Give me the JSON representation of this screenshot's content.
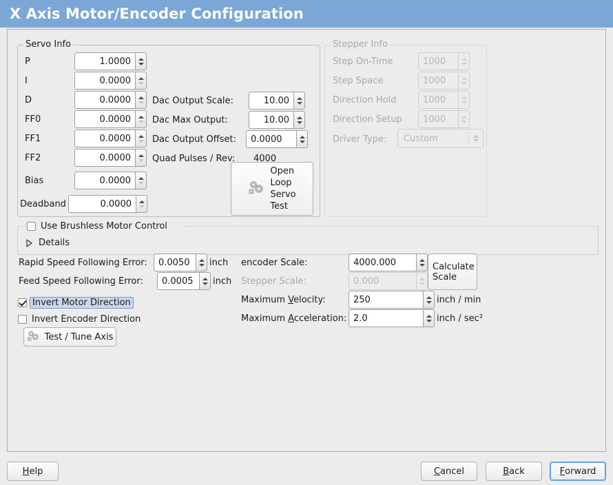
{
  "window": {
    "title": "X Axis Motor/Encoder Configuration",
    "title_bar_color": "#7ba7d7",
    "background_color": "#ececec"
  },
  "servo_info": {
    "frame_label": "Servo Info",
    "fields": [
      {
        "label": "P",
        "value": "1.0000"
      },
      {
        "label": "I",
        "value": "0.0000"
      },
      {
        "label": "D",
        "value": "0.0000"
      },
      {
        "label": "FF0",
        "value": "0.0000"
      },
      {
        "label": "FF1",
        "value": "0.0000"
      },
      {
        "label": "FF2",
        "value": "0.0000"
      },
      {
        "label": "Bias",
        "value": "0.0000"
      },
      {
        "label": "Deadband",
        "value": "0.0000"
      }
    ],
    "dac": [
      {
        "label": "Dac Output Scale:",
        "value": "10.00"
      },
      {
        "label": "Dac Max Output:",
        "value": "10.00"
      },
      {
        "label": "Dac Output Offset:",
        "value": "0.0000"
      }
    ],
    "quad_pulses_label": "Quad Pulses / Rev:",
    "quad_pulses_value": "4000",
    "open_loop_button": "Open\nLoop\nServo\nTest",
    "open_loop_lines": [
      "Open",
      "Loop",
      "Servo",
      "Test"
    ]
  },
  "stepper_info": {
    "frame_label": "Stepper Info",
    "disabled": true,
    "fields": [
      {
        "label": "Step On-Time",
        "value": "1000"
      },
      {
        "label": "Step Space",
        "value": "1000"
      },
      {
        "label": "Direction Hold",
        "value": "1000"
      },
      {
        "label": "Direction Setup",
        "value": "1000"
      }
    ],
    "driver_type_label": "Driver Type:",
    "driver_type_value": "Custom"
  },
  "brushless": {
    "checkbox_label": "Use Brushless Motor Control",
    "checked": false,
    "details_label": "Details",
    "expanded": false
  },
  "following_error": {
    "rapid_label": "Rapid Speed Following Error:",
    "rapid_value": "0.0050",
    "rapid_unit": "inch",
    "feed_label": "Feed Speed Following Error:",
    "feed_value": "0.0005",
    "feed_unit": "inch"
  },
  "invert": {
    "motor_label": "Invert Motor Direction",
    "motor_checked": true,
    "motor_focused": true,
    "encoder_label": "Invert Encoder Direction",
    "encoder_checked": false
  },
  "test_tune_button": "Test / Tune Axis",
  "scales": {
    "encoder_label": "encoder Scale:",
    "encoder_value": "4000.000",
    "stepper_label": "Stepper Scale:",
    "stepper_value": "0.000",
    "stepper_disabled": true,
    "calculate_button_lines": [
      "Calculate",
      "Scale"
    ],
    "max_velocity_label_pre": "Maximum ",
    "max_velocity_label_mn": "V",
    "max_velocity_label_post": "elocity:",
    "max_velocity_value": "250",
    "max_velocity_unit": "inch / min",
    "max_accel_label_pre": "Maximum ",
    "max_accel_label_mn": "A",
    "max_accel_label_post": "cceleration:",
    "max_accel_value": "2.0",
    "max_accel_unit": "inch / sec²"
  },
  "actions": {
    "help_pre": "",
    "help_mn": "H",
    "help_post": "elp",
    "cancel_pre": "",
    "cancel_mn": "C",
    "cancel_post": "ancel",
    "back_pre": "",
    "back_mn": "B",
    "back_post": "ack",
    "forward_pre": "",
    "forward_mn": "F",
    "forward_post": "orward",
    "default_button": "Forward",
    "focus_color": "#6aa0dc"
  }
}
